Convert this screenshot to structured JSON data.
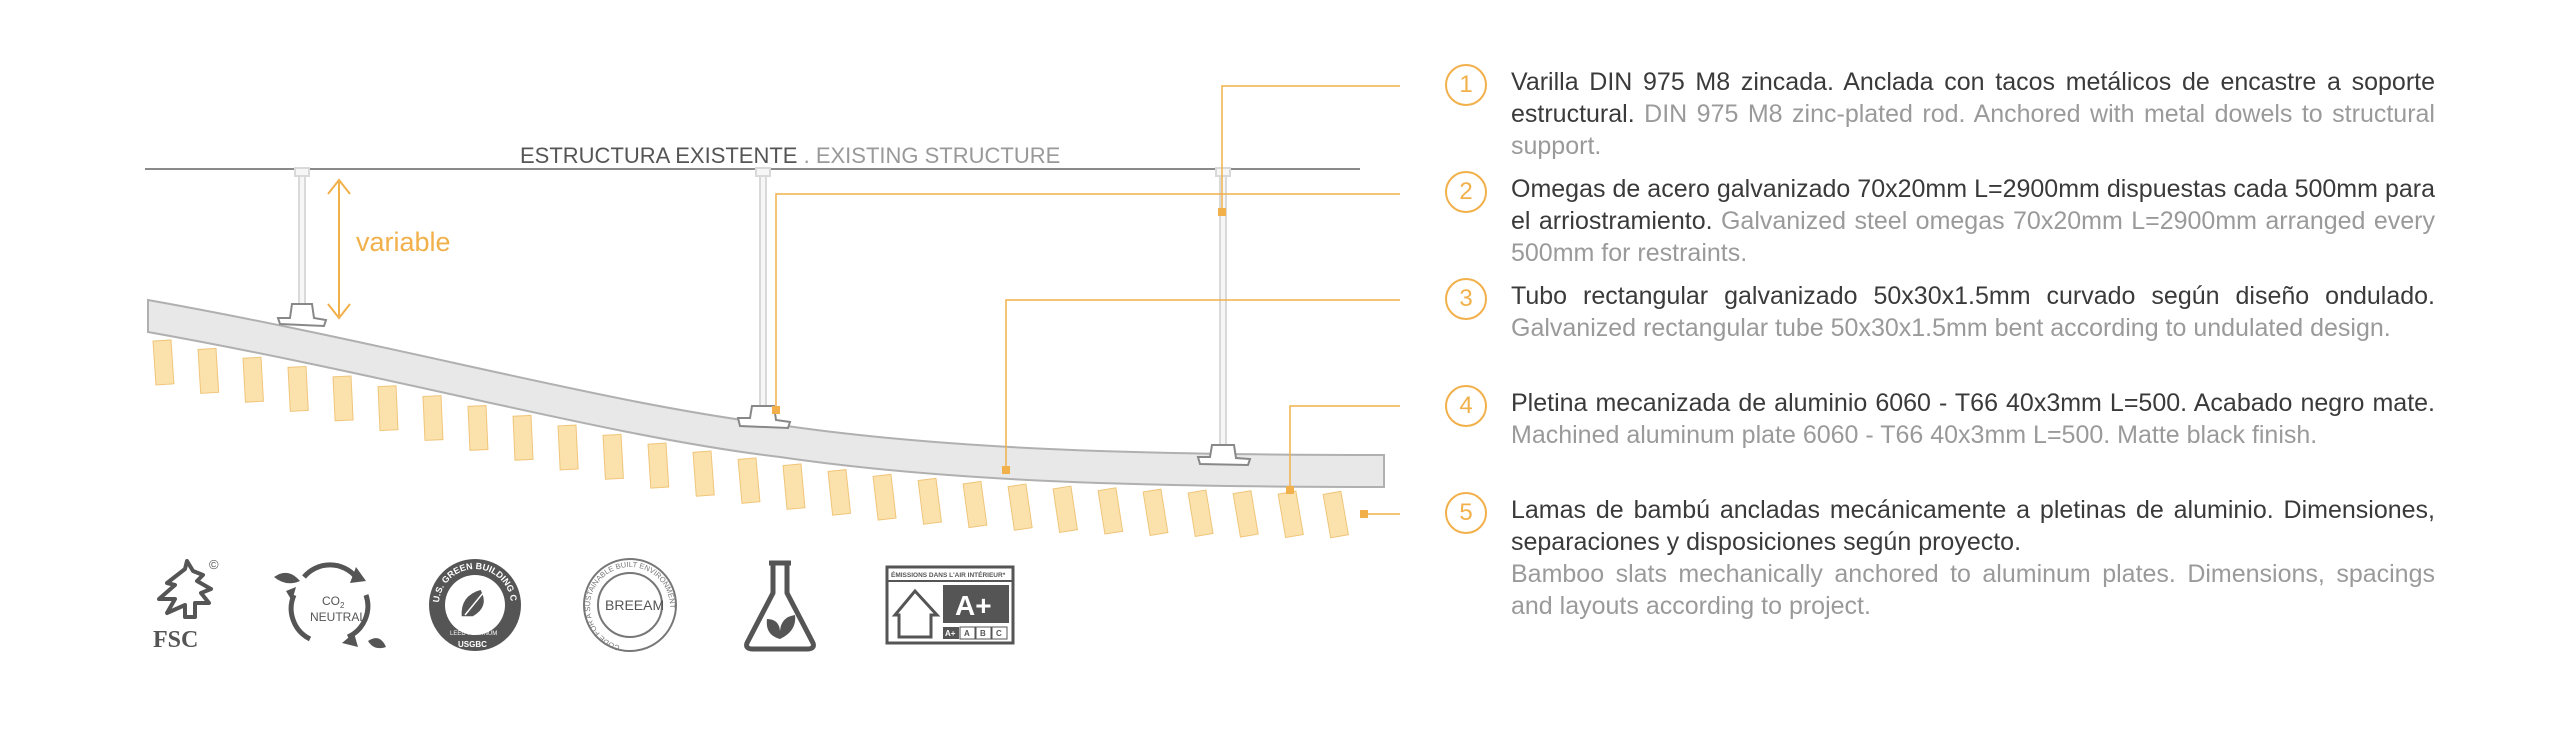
{
  "diagram": {
    "structure_label": "ESTRUCTURA EXISTENTE",
    "structure_separator": " . ",
    "structure_label_en": "EXISTING STRUCTURE",
    "variable_label": "variable"
  },
  "legend": {
    "items": [
      {
        "number": "1",
        "es": "Varilla DIN 975 M8 zincada. Anclada con tacos metálicos de encastre a soporte estructural.",
        "en": "DIN 975 M8 zinc-plated rod. Anchored with metal dowels to structural support."
      },
      {
        "number": "2",
        "es": "Omegas de acero galvanizado 70x20mm L=2900mm dispuestas cada 500mm para el arriostramiento.",
        "en": "Galvanized steel omegas 70x20mm L=2900mm arranged every 500mm for restraints."
      },
      {
        "number": "3",
        "es": "Tubo rectangular galvanizado 50x30x1.5mm curvado según diseño ondulado.",
        "en": "Galvanized rectangular tube 50x30x1.5mm bent according to undulated design."
      },
      {
        "number": "4",
        "es": "Pletina mecanizada de aluminio 6060 - T66 40x3mm L=500. Acabado negro mate.",
        "en": "Machined aluminum plate 6060 - T66 40x3mm L=500. Matte black finish."
      },
      {
        "number": "5",
        "es": "Lamas de bambú ancladas mecánicamente a pletinas de aluminio. Dimensiones, separaciones y disposiciones según proyecto.",
        "en": "Bamboo slats mechanically anchored to aluminum plates. Dimensions, spacings and layouts according to project."
      }
    ]
  },
  "logos": {
    "fsc": {
      "text": "FSC",
      "mark": "©"
    },
    "co2": {
      "line1": "CO",
      "sub": "2",
      "line2": "NEUTRAL"
    },
    "leed": {
      "ring_text": "U.S. GREEN BUILDING COUNCIL",
      "bottom": "LEED PLATINUM",
      "base": "USGBC"
    },
    "breeam": {
      "text": "BREEAM",
      "ring_text": "CODE FOR A SUSTAINABLE BUILT ENVIRONMENT"
    },
    "flask": {
      "icon": "flask-leaf-icon"
    },
    "emissions": {
      "top": "ÉMISSIONS DANS L'AIR INTÉRIEUR*",
      "grade": "A+",
      "scale": [
        "A+",
        "A",
        "B",
        "C"
      ]
    }
  },
  "colors": {
    "accent": "#f2b04a",
    "slat": "#fbe2ad",
    "slat_edge": "#efc57a",
    "tube": "#e6e6e6",
    "line": "#9a9a9a"
  }
}
